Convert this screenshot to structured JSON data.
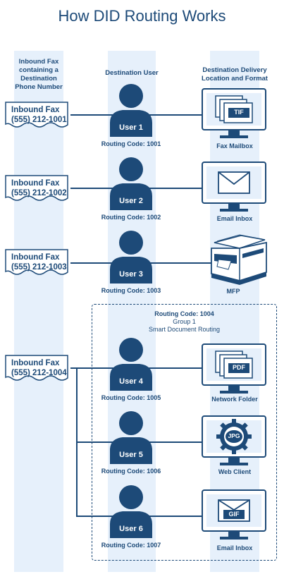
{
  "title": "How DID Routing Works",
  "headers": {
    "inbound": [
      "Inbound Fax",
      "containing a",
      "Destination",
      "Phone Number"
    ],
    "user": "Destination User",
    "delivery": [
      "Destination Delivery",
      "Location and Format"
    ]
  },
  "faxes": [
    {
      "line1": "Inbound Fax",
      "line2": "(555) 212-1001"
    },
    {
      "line1": "Inbound Fax",
      "line2": "(555) 212-1002"
    },
    {
      "line1": "Inbound Fax",
      "line2": "(555) 212-1003"
    },
    {
      "line1": "Inbound Fax",
      "line2": "(555) 212-1004"
    }
  ],
  "users": [
    {
      "name": "User 1",
      "code": "Routing Code: 1001"
    },
    {
      "name": "User 2",
      "code": "Routing Code: 1002"
    },
    {
      "name": "User 3",
      "code": "Routing Code: 1003"
    },
    {
      "name": "User 4",
      "code": "Routing Code: 1005"
    },
    {
      "name": "User 5",
      "code": "Routing Code: 1006"
    },
    {
      "name": "User 6",
      "code": "Routing Code: 1007"
    }
  ],
  "destinations": [
    {
      "label": "Fax Mailbox",
      "format": "TIF",
      "icon": "tif-files-icon"
    },
    {
      "label": "Email Inbox",
      "format": "",
      "icon": "envelope-icon"
    },
    {
      "label": "MFP",
      "format": "",
      "icon": "mfp-printer-icon"
    },
    {
      "label": "Network Folder",
      "format": "PDF",
      "icon": "pdf-files-icon"
    },
    {
      "label": "Web Client",
      "format": "JPG",
      "icon": "globe-gear-icon"
    },
    {
      "label": "Email Inbox",
      "format": "GIF",
      "icon": "envelope-icon"
    }
  ],
  "group": {
    "code": "Routing Code: 1004",
    "name": "Group 1",
    "desc": "Smart Document Routing"
  },
  "colors": {
    "primary": "#1d4a78",
    "column_bg": "#e6f0fb",
    "screen_bg": "#e6f0fb"
  }
}
